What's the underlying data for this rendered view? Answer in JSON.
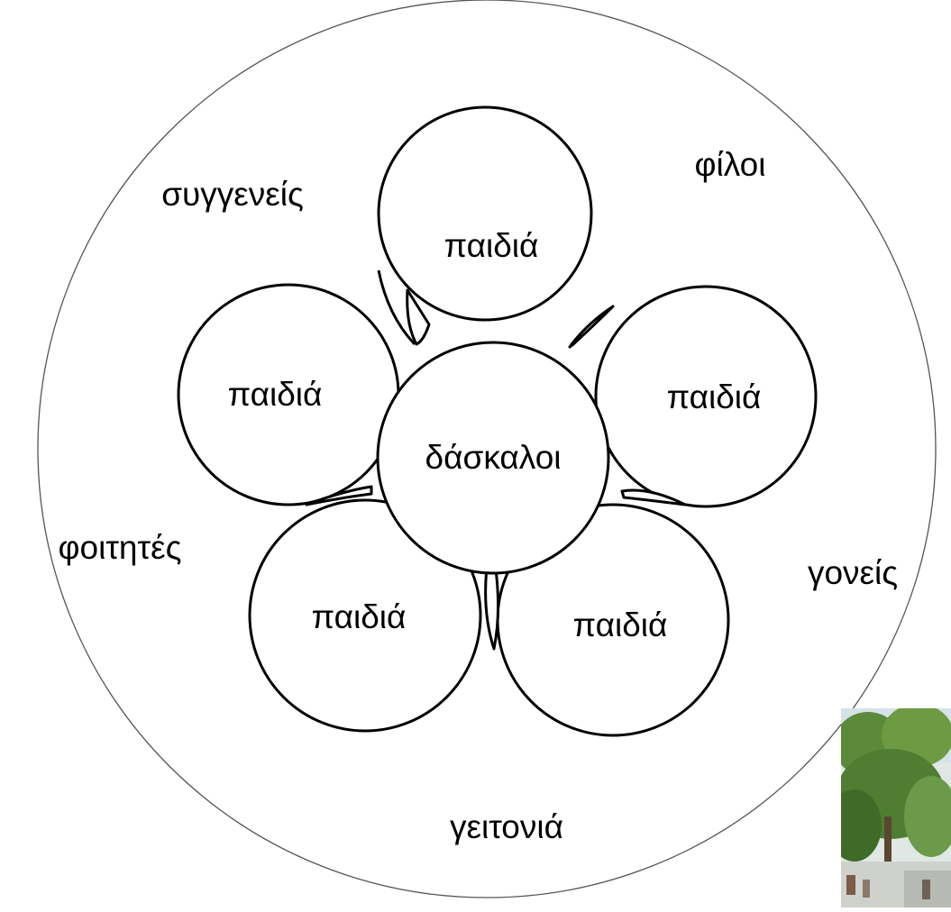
{
  "diagram": {
    "center_label": "δάσκαλοι",
    "petal_labels": [
      "παιδιά",
      "παιδιά",
      "παιδιά",
      "παιδιά",
      "παιδιά"
    ],
    "outer_labels": {
      "relatives": "συγγενείς",
      "friends": "φίλοι",
      "students": "φοιτητές",
      "parents": "γονείς",
      "neighborhood": "γειτονιά"
    }
  },
  "photo": {
    "description_icon": "tree-street-photo-icon"
  }
}
